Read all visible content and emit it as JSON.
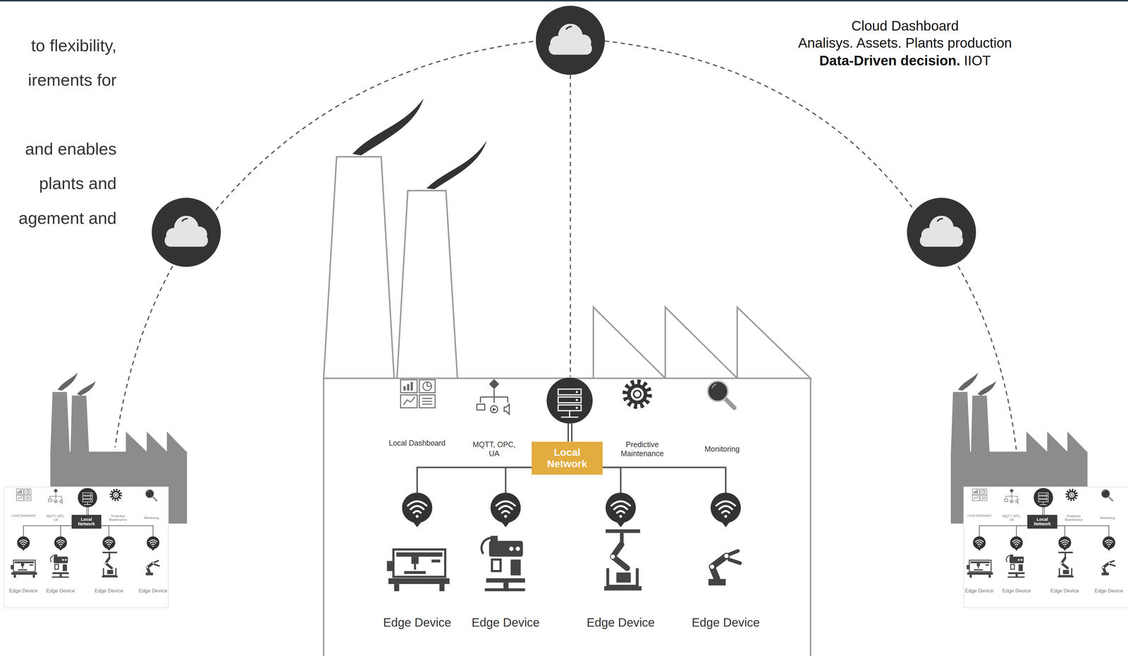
{
  "diagram": {
    "nodes": [
      {
        "text": [
          "Local Network"
        ]
      },
      {
        "text": [
          "Edge Device"
        ]
      },
      {
        "text": [
          "Edge Device"
        ]
      },
      {
        "text": [
          "Edge Device"
        ]
      },
      {
        "text": [
          "Edge Device"
        ]
      },
      {
        "text": [
          "Local Network"
        ]
      },
      {
        "text": [
          "Edge Device"
        ]
      },
      {
        "text": [
          "Edge Device"
        ]
      },
      {
        "text": [
          "Edge Device"
        ]
      },
      {
        "text": [
          "Edge Device"
        ]
      },
      {
        "text": [
          "Local Network"
        ]
      },
      {
        "text": [
          "Edge Device"
        ]
      },
      {
        "text": [
          "Edge Device"
        ]
      },
      {
        "text": [
          "Edge Device"
        ]
      },
      {
        "text": [
          "Edge Device"
        ]
      }
    ],
    "edges": [
      {
        "from": 0,
        "to": 1,
        "arrow": "none"
      },
      {
        "from": 0,
        "to": 2,
        "arrow": "none"
      },
      {
        "from": 0,
        "to": 3,
        "arrow": "none"
      },
      {
        "from": 0,
        "to": 4,
        "arrow": "none"
      },
      {
        "from": 5,
        "to": 6,
        "arrow": "none"
      },
      {
        "from": 5,
        "to": 7,
        "arrow": "none"
      },
      {
        "from": 5,
        "to": 8,
        "arrow": "none"
      },
      {
        "from": 5,
        "to": 9,
        "arrow": "none"
      },
      {
        "from": 10,
        "to": 11,
        "arrow": "none"
      },
      {
        "from": 10,
        "to": 12,
        "arrow": "none"
      },
      {
        "from": 10,
        "to": 13,
        "arrow": "none"
      },
      {
        "from": 10,
        "to": 14,
        "arrow": "none"
      }
    ],
    "labels": [
      "to flexibility,",
      "irements for",
      "and enables",
      "plants and",
      "agement and",
      "Cloud Dashboard",
      "Analisys. Assets. Plants production",
      "Data-Driven decision.",
      "IIOT",
      "Local Dashboard",
      "MQTT, OPC, UA",
      "Predictive Maintenance",
      "Monitoring",
      "Local Dashboard",
      "MQTT, OPC, UA",
      "Predictive Maintenance",
      "Monitoring",
      "Local Dashboard",
      "MQTT, OPC, UA",
      "Predictive Maintenance",
      "Monitoring"
    ]
  }
}
